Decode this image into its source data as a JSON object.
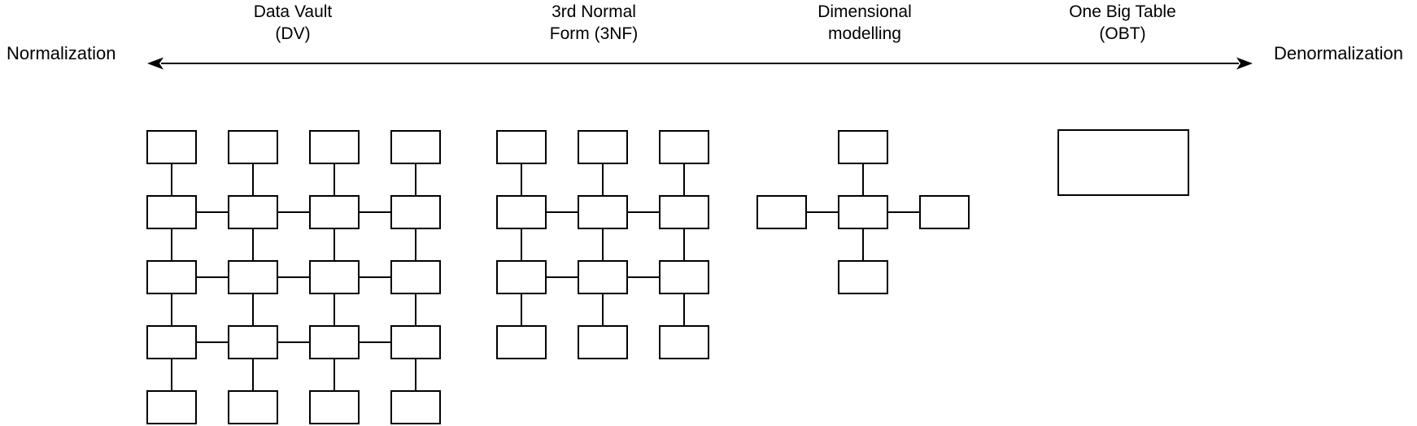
{
  "spectrum": {
    "left_label": "Normalization",
    "right_label": "Denormalization",
    "arrow_style": "double-headed"
  },
  "approaches": [
    {
      "label_line1": "Data Vault",
      "label_line2": "(DV)",
      "diagram": {
        "type": "grid",
        "columns": 4,
        "rows": 5,
        "box_count": 20,
        "horizontal_link_rows": [
          2,
          3,
          4
        ]
      }
    },
    {
      "label_line1": "3rd Normal",
      "label_line2": "Form (3NF)",
      "diagram": {
        "type": "grid",
        "columns": 3,
        "rows": 4,
        "box_count": 12,
        "horizontal_link_rows": [
          2,
          3
        ]
      }
    },
    {
      "label_line1": "Dimensional",
      "label_line2": "modelling",
      "diagram": {
        "type": "star",
        "box_count": 5,
        "satellites": [
          "top",
          "left",
          "right",
          "bottom"
        ]
      }
    },
    {
      "label_line1": "One Big Table",
      "label_line2": "(OBT)",
      "diagram": {
        "type": "single",
        "box_count": 1
      }
    }
  ],
  "colors": {
    "stroke": "#000000",
    "box_fill": "#ffffff",
    "background": "#ffffff"
  }
}
